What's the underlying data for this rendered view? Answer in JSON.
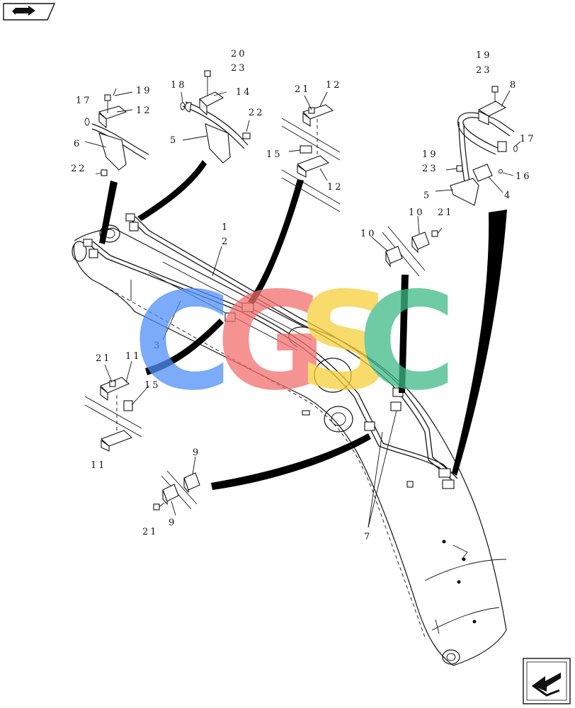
{
  "watermark": {
    "letters": [
      "C",
      "G",
      "S",
      "C"
    ],
    "colors": [
      "#4f8ff7",
      "#f2706f",
      "#f7cf3b",
      "#3fba86"
    ]
  },
  "nav": {
    "top_icon": "arrow-next-page-icon",
    "bottom_icon": "arrow-return-icon"
  },
  "callouts": [
    {
      "id": "c-20",
      "text": "20"
    },
    {
      "id": "c-23a",
      "text": "23"
    },
    {
      "id": "c-18",
      "text": "18"
    },
    {
      "id": "c-14",
      "text": "14"
    },
    {
      "id": "c-22a",
      "text": "22"
    },
    {
      "id": "c-5a",
      "text": "5"
    },
    {
      "id": "c-17a",
      "text": "17"
    },
    {
      "id": "c-19a",
      "text": "19"
    },
    {
      "id": "c-12a",
      "text": "12"
    },
    {
      "id": "c-6",
      "text": "6"
    },
    {
      "id": "c-22b",
      "text": "22"
    },
    {
      "id": "c-21a",
      "text": "21"
    },
    {
      "id": "c-12b",
      "text": "12"
    },
    {
      "id": "c-15a",
      "text": "15"
    },
    {
      "id": "c-12c",
      "text": "12"
    },
    {
      "id": "c-19b",
      "text": "19"
    },
    {
      "id": "c-23b",
      "text": "23"
    },
    {
      "id": "c-8",
      "text": "8"
    },
    {
      "id": "c-17b",
      "text": "17"
    },
    {
      "id": "c-19c",
      "text": "19"
    },
    {
      "id": "c-23c",
      "text": "23"
    },
    {
      "id": "c-16",
      "text": "16"
    },
    {
      "id": "c-4",
      "text": "4"
    },
    {
      "id": "c-5b",
      "text": "5"
    },
    {
      "id": "c-10a",
      "text": "10"
    },
    {
      "id": "c-21b",
      "text": "21"
    },
    {
      "id": "c-10b",
      "text": "10"
    },
    {
      "id": "c-1",
      "text": "1"
    },
    {
      "id": "c-2",
      "text": "2"
    },
    {
      "id": "c-3",
      "text": "3"
    },
    {
      "id": "c-21c",
      "text": "21"
    },
    {
      "id": "c-11a",
      "text": "11"
    },
    {
      "id": "c-15b",
      "text": "15"
    },
    {
      "id": "c-11b",
      "text": "11"
    },
    {
      "id": "c-9a",
      "text": "9"
    },
    {
      "id": "c-9b",
      "text": "9"
    },
    {
      "id": "c-21d",
      "text": "21"
    },
    {
      "id": "c-7",
      "text": "7"
    }
  ]
}
